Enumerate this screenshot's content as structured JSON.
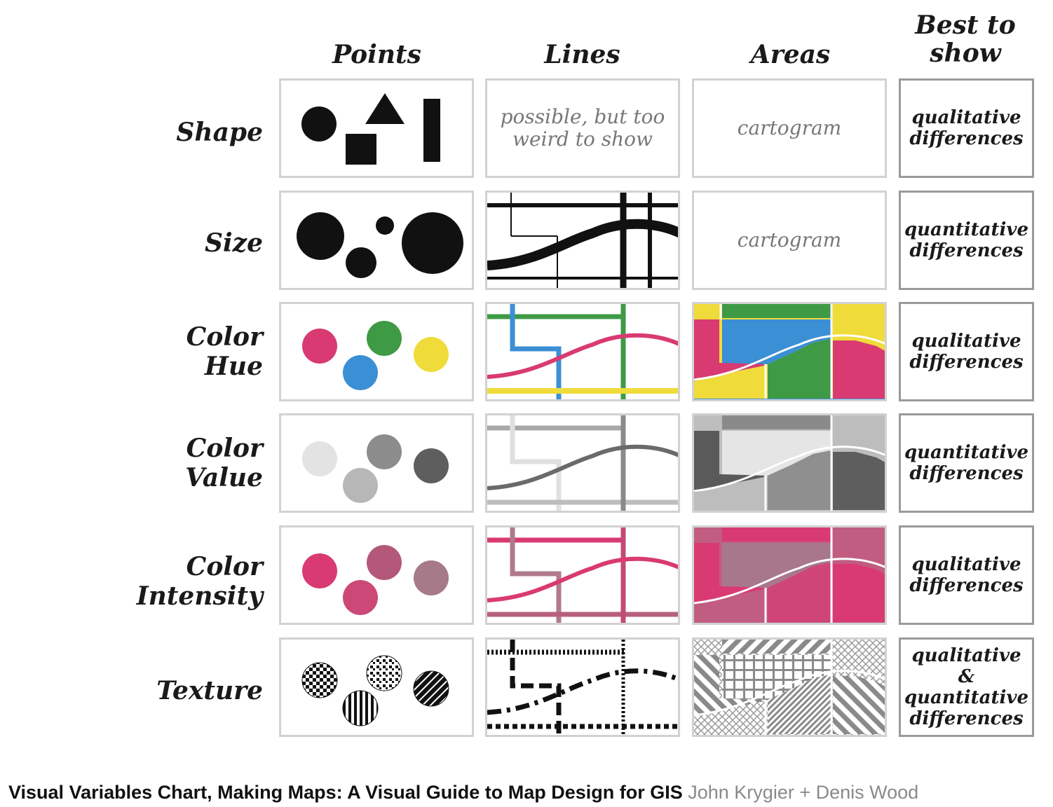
{
  "columns": {
    "points": "Points",
    "lines": "Lines",
    "areas": "Areas",
    "best": [
      "Best to",
      "show"
    ]
  },
  "rows": {
    "shape": {
      "label": [
        "Shape"
      ],
      "lines_note": [
        "possible, but too",
        "weird to show"
      ],
      "areas_note": "cartogram",
      "best": [
        "qualitative",
        "differences"
      ]
    },
    "size": {
      "label": [
        "Size"
      ],
      "areas_note": "cartogram",
      "best": [
        "quantitative",
        "differences"
      ]
    },
    "color_hue": {
      "label": [
        "Color",
        "Hue"
      ],
      "best": [
        "qualitative",
        "differences"
      ]
    },
    "color_value": {
      "label": [
        "Color",
        "Value"
      ],
      "best": [
        "quantitative",
        "differences"
      ]
    },
    "color_intensity": {
      "label": [
        "Color",
        "Intensity"
      ],
      "best": [
        "qualitative",
        "differences"
      ]
    },
    "texture": {
      "label": [
        "Texture"
      ],
      "best": [
        "qualitative &",
        "quantitative",
        "differences"
      ]
    }
  },
  "colors": {
    "magenta": "#d93a72",
    "green": "#3e9a45",
    "blue": "#3b8fd4",
    "yellow": "#efdb3a",
    "black": "#111111"
  },
  "caption": {
    "title": "Visual Variables Chart, Making Maps: A Visual Guide to Map Design for GIS",
    "authors": "John Krygier + Denis Wood"
  }
}
